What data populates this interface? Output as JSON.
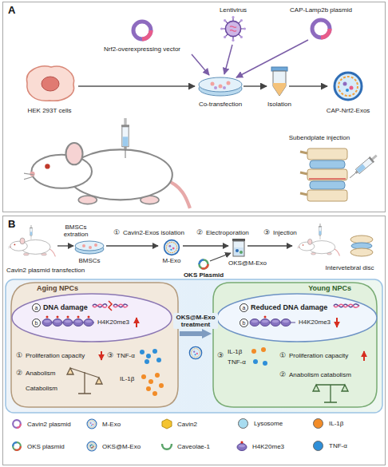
{
  "diagram": {
    "nodes": [
      {
        "text": [
          "A"
        ]
      },
      {
        "text": [
          "B"
        ]
      },
      {
        "text": [
          "Aging NPCs"
        ],
        "in": 1
      },
      {
        "text": [
          "Young NPCs"
        ],
        "in": 1
      }
    ],
    "edges": [
      {
        "from": 2,
        "to": 3,
        "arrow": "to",
        "label": "OKS@M-Exo treatment"
      }
    ],
    "labels": [
      "Nrf2-overexpressing vector",
      "Lentivirus",
      "CAP-Lamp2b plasmid",
      "HEK 293T cells",
      "Co-transfection",
      "Isolation",
      "CAP-Nrf2-Exos",
      "Subendplate injection",
      "BMSCs extration",
      "①",
      "Cavin2-Exos isolation",
      "②",
      "Electroporation",
      "③",
      "Injection",
      "Cavin2 plasmid transfection",
      "BMSCs",
      "M-Exo",
      "OKS@M-Exo",
      "OKS Plasmid",
      "Intervetebral disc",
      "a",
      "DNA damage",
      "b",
      "H4K20me3",
      "①",
      "Proliferation capacity",
      "③",
      "TNF-α",
      "②",
      "Anabolism",
      "Catabolism",
      "IL-1β",
      "a",
      "Reduced DNA damage",
      "b",
      "H4K20me3",
      "①",
      "Proliferation capacity",
      "③",
      "IL-1β",
      "TNF-α",
      "②",
      "Anabolism catabolism"
    ],
    "legend": [
      {
        "text": "Cavin2 plasmid"
      },
      {
        "text": "M-Exo"
      },
      {
        "text": "Cavin2"
      },
      {
        "text": "Lysosome",
        "color": "#a8dcf0"
      },
      {
        "text": "IL-1β",
        "color": "#f28c28"
      },
      {
        "text": "OKS plasmid"
      },
      {
        "text": "OKS@M-Exo"
      },
      {
        "text": "Caveolae-1"
      },
      {
        "text": "H4K20me3"
      },
      {
        "text": "TNF-α",
        "color": "#2f8fd8"
      }
    ]
  }
}
